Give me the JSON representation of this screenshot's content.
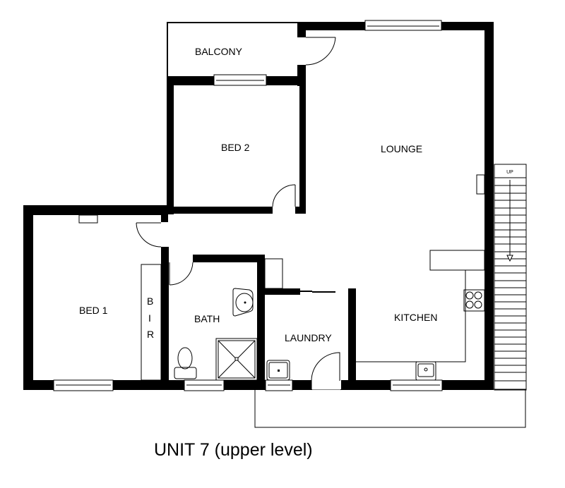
{
  "plan": {
    "title": "UNIT 7 (upper level)",
    "colors": {
      "wall": "#000000",
      "background": "#ffffff"
    },
    "rooms": {
      "balcony": "BALCONY",
      "bed2": "BED 2",
      "lounge": "LOUNGE",
      "bed1": "BED 1",
      "bath": "BATH",
      "laundry": "LAUNDRY",
      "kitchen": "KITCHEN",
      "bir_b": "B",
      "bir_i": "I",
      "bir_r": "R"
    },
    "stairs": {
      "label": "UP",
      "direction": "down-arrow"
    }
  }
}
